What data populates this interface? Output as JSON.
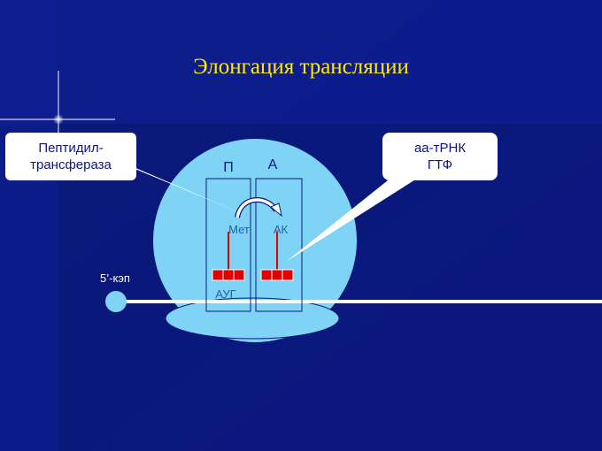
{
  "title": "Элонгация трансляции",
  "callout_left": {
    "line1": "Пептидил-",
    "line2": "трансфераза"
  },
  "callout_right": {
    "line1": "аа-тРНК",
    "line2": "ГТФ"
  },
  "site_p": "П",
  "site_a": "А",
  "met": "Мет",
  "ak": "АК",
  "cap": "5’-кэп",
  "codon": "АУГ",
  "colors": {
    "background": "#0b1680",
    "title": "#ffea00",
    "ribosome": "#7fd4f5",
    "callout": "#ffffff",
    "codon": "#e00000",
    "mrna": "#ffffff"
  }
}
